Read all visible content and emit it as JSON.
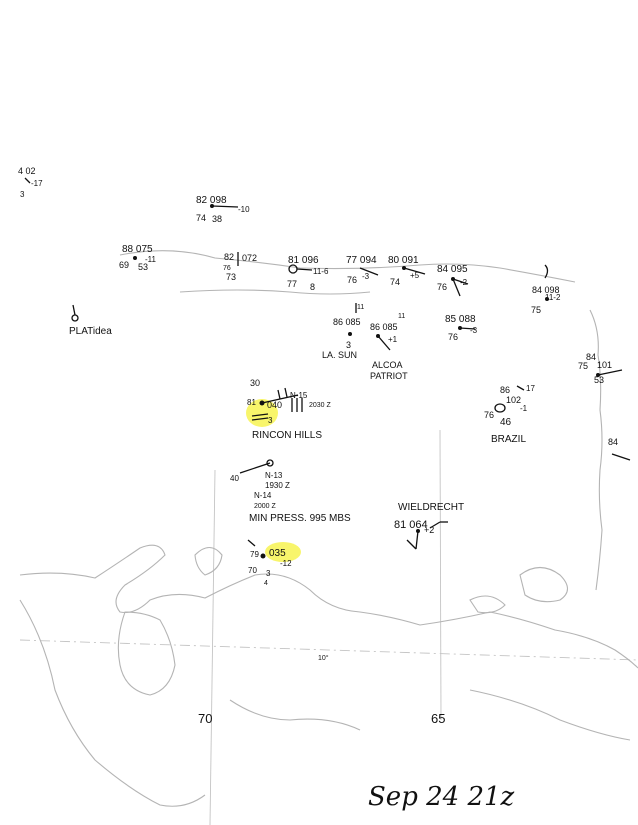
{
  "stations": [
    {
      "id": "nw-edge",
      "lines": [
        "4 02",
        "-17",
        "3"
      ]
    },
    {
      "id": "st-a",
      "lines": [
        "82 098",
        "-10",
        "74",
        "38"
      ]
    },
    {
      "id": "st-b",
      "lines": [
        "88 075",
        "-11",
        "69",
        "53"
      ]
    },
    {
      "id": "st-c",
      "lines": [
        "82",
        "072",
        "76",
        "73"
      ]
    },
    {
      "id": "st-d",
      "lines": [
        "81 096",
        "11-6",
        "77",
        "8"
      ]
    },
    {
      "id": "st-e",
      "lines": [
        "77 094",
        "-3",
        "76"
      ]
    },
    {
      "id": "st-f",
      "lines": [
        "80 091",
        "+5",
        "74"
      ]
    },
    {
      "id": "st-g",
      "lines": [
        "84 095",
        "-2",
        "76"
      ]
    },
    {
      "id": "st-h",
      "lines": [
        "84 098",
        "11-2",
        "75"
      ]
    },
    {
      "id": "st-i",
      "lines": [
        "86 085",
        "86 085",
        "+1",
        "3"
      ]
    },
    {
      "id": "st-j",
      "lines": [
        "85 088",
        "-3",
        "76"
      ]
    },
    {
      "id": "st-k",
      "lines": [
        "84",
        "101",
        "75",
        "53"
      ]
    },
    {
      "id": "st-l",
      "lines": [
        "81",
        "040",
        "3"
      ]
    },
    {
      "id": "st-m",
      "lines": [
        "86",
        "102",
        "-1",
        "76",
        "46"
      ]
    },
    {
      "id": "st-n",
      "lines": [
        "79",
        "035",
        "-12",
        "70",
        "3",
        "4"
      ]
    },
    {
      "id": "st-o",
      "lines": [
        "81 064",
        "+2"
      ]
    },
    {
      "id": "east-84",
      "lines": [
        "84"
      ]
    }
  ],
  "labels": {
    "platidea": "PLATidea",
    "la_sun": "LA. SUN",
    "alcoa_patriot_1": "ALCOA",
    "alcoa_patriot_2": "PATRIOT",
    "rincon_hills": "RINCON HILLS",
    "brazil": "BRAZIL",
    "wieldrecht": "WIELDRECHT",
    "n15": "N-15",
    "t2030": "2030 Z",
    "t30": "30",
    "n13": "N-13",
    "t1930": "1930 Z",
    "t40": "40",
    "n14": "N-14",
    "t2000": "2000 Z",
    "min_press": "MIN PRESS. 995 MBS",
    "w11_a": "11",
    "w11_b": "11",
    "t17": "17"
  },
  "longitudes": [
    "70",
    "65"
  ],
  "latitude_mark": "10°",
  "date_stamp": "Sep 24 21z",
  "colors": {
    "ink": "#111111",
    "coast": "#b4b4b4",
    "highlight": "#f5f23a"
  }
}
